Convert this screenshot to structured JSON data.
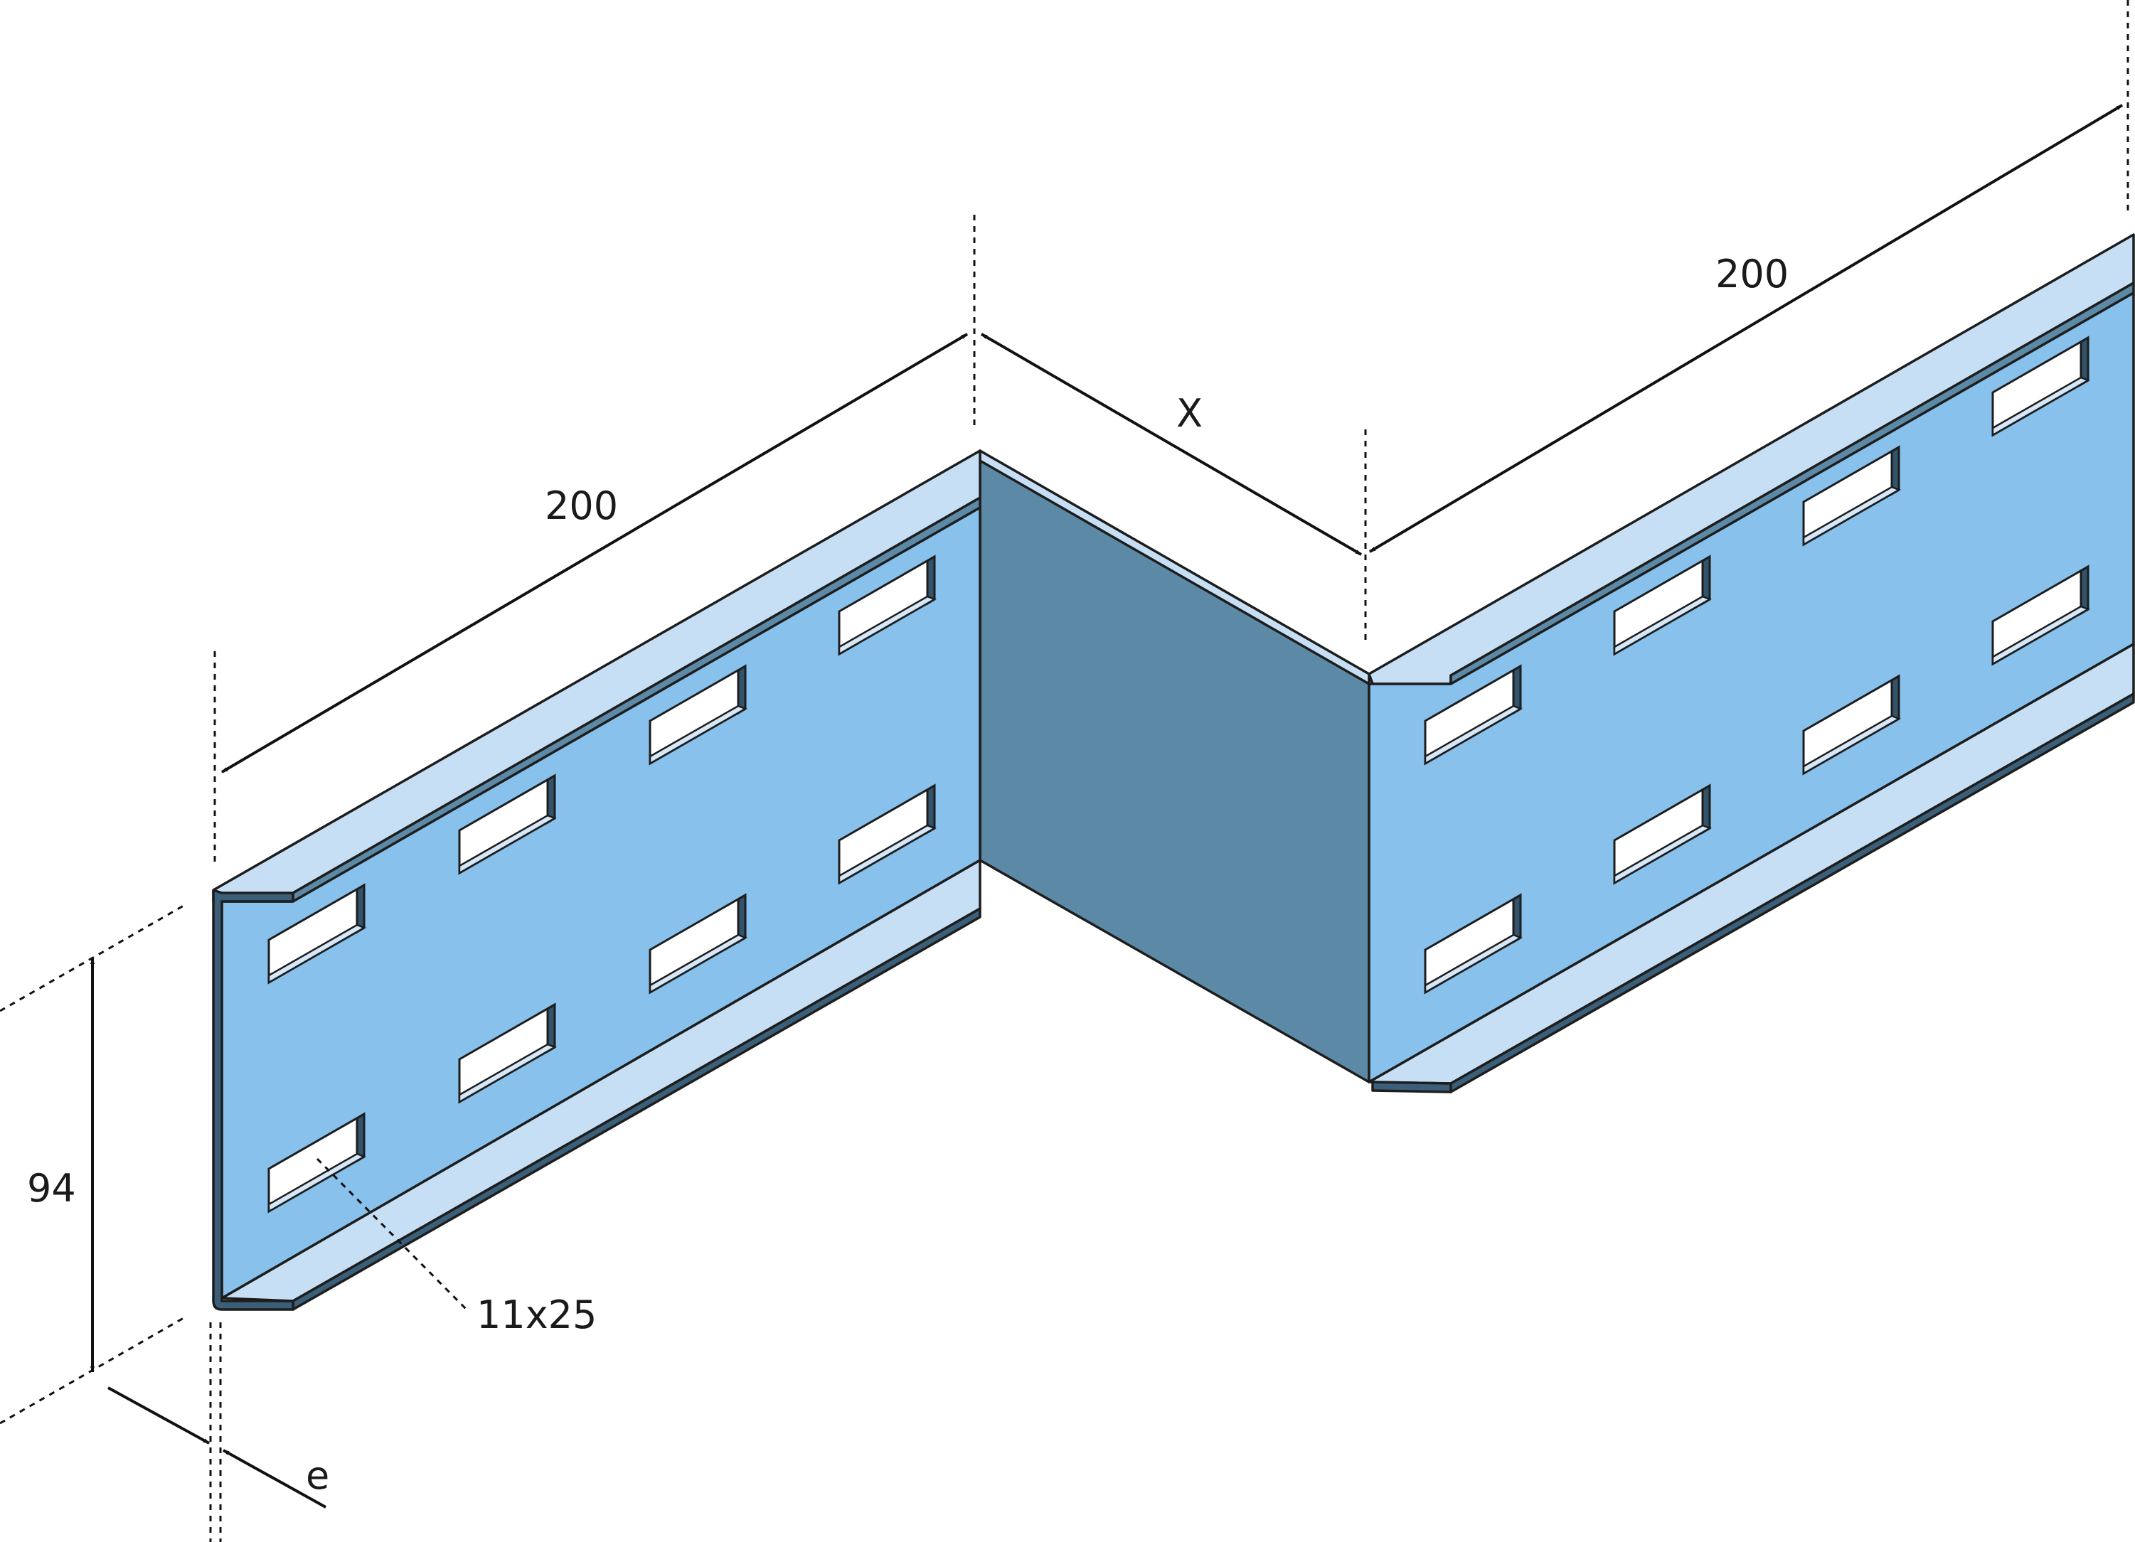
{
  "labels": {
    "length_left": "200",
    "length_right": "200",
    "offset": "X",
    "height": "94",
    "slot_size": "11x25",
    "thickness": "e"
  },
  "colors": {
    "face": "#87c1ec",
    "flange_top": "#c7dff5",
    "web_dark": "#5c89a6",
    "edge_dark": "#3b5f78",
    "outline": "#1d1d1d"
  }
}
